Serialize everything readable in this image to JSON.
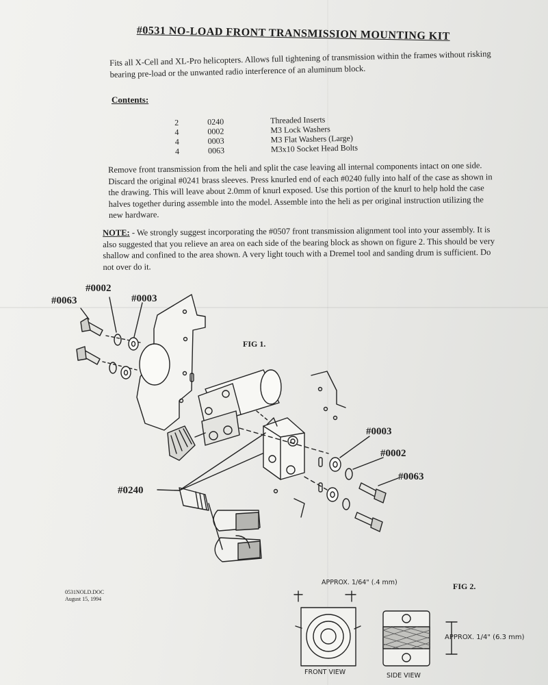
{
  "title": "#0531 NO-LOAD FRONT TRANSMISSION MOUNTING KIT",
  "intro": "Fits all X-Cell and XL-Pro helicopters. Allows full tightening of transmission within the frames without risking bearing pre-load or the unwanted radio interference of an aluminum block.",
  "contents_label": "Contents:",
  "contents": [
    {
      "qty": "2",
      "code": "0240",
      "desc": "Threaded Inserts"
    },
    {
      "qty": "4",
      "code": "0002",
      "desc": "M3 Lock Washers"
    },
    {
      "qty": "4",
      "code": "0003",
      "desc": "M3 Flat Washers (Large)"
    },
    {
      "qty": "4",
      "code": "0063",
      "desc": "M3x10 Socket Head Bolts"
    }
  ],
  "instructions": "Remove front transmission from the heli and split the case leaving all internal components intact on one side. Discard the original #0241 brass sleeves. Press knurled end of each #0240 fully into half of the case as shown in the drawing. This will leave about 2.0mm of knurl exposed. Use this portion of the knurl to help hold the case halves together during assemble into the model. Assemble into the heli as per original instruction utilizing the new hardware.",
  "note": {
    "label": "NOTE:",
    "text": " - We strongly suggest incorporating the #0507 front transmission alignment tool into your assembly. It is also suggested that you relieve an area on each side of the bearing block as shown on figure 2. This should be very shallow and confined to the area shown. A very light touch with a Dremel tool and sanding drum is sufficient. Do not over do it."
  },
  "fig1": {
    "label": "FIG 1.",
    "callouts": {
      "bolt_left": "#0063",
      "lock_left": "#0002",
      "flat_left": "#0003",
      "flat_right": "#0003",
      "lock_right": "#0002",
      "bolt_right": "#0063",
      "insert": "#0240"
    }
  },
  "fig2": {
    "label": "FIG 2.",
    "approx_front": "APPROX. 1/64\" (.4 mm)",
    "approx_side": "APPROX. 1/4\" (6.3 mm)",
    "front_view": "FRONT VIEW",
    "side_view": "SIDE VIEW"
  },
  "doc_file": "0531NOLD.DOC",
  "doc_date": "August 15, 1994"
}
